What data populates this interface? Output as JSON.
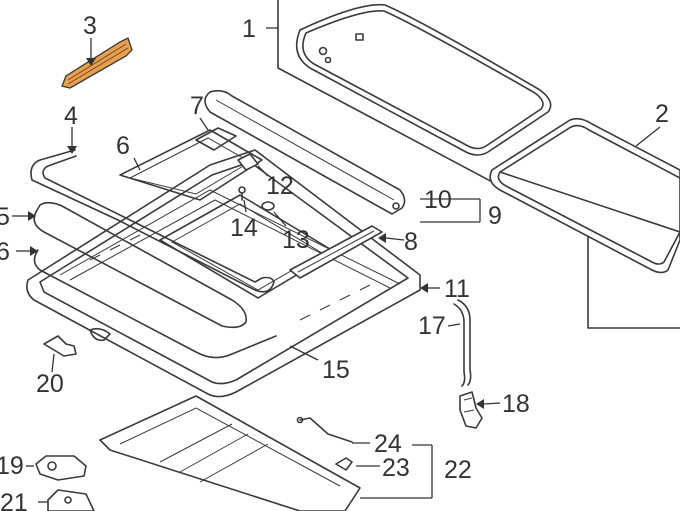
{
  "diagram": {
    "colors": {
      "line": "#3a3a3a",
      "highlight": "#e8a050",
      "background": "#ffffff"
    },
    "labels": [
      {
        "id": "1",
        "text": "1"
      },
      {
        "id": "2",
        "text": "2"
      },
      {
        "id": "3",
        "text": "3"
      },
      {
        "id": "4",
        "text": "4"
      },
      {
        "id": "5",
        "text": "5"
      },
      {
        "id": "6a",
        "text": "6"
      },
      {
        "id": "6b",
        "text": "6"
      },
      {
        "id": "7",
        "text": "7"
      },
      {
        "id": "8",
        "text": "8"
      },
      {
        "id": "9",
        "text": "9"
      },
      {
        "id": "10",
        "text": "10"
      },
      {
        "id": "11",
        "text": "11"
      },
      {
        "id": "12",
        "text": "12"
      },
      {
        "id": "13",
        "text": "13"
      },
      {
        "id": "14",
        "text": "14"
      },
      {
        "id": "15",
        "text": "15"
      },
      {
        "id": "17",
        "text": "17"
      },
      {
        "id": "18",
        "text": "18"
      },
      {
        "id": "19",
        "text": "19"
      },
      {
        "id": "20",
        "text": "20"
      },
      {
        "id": "21",
        "text": "21"
      },
      {
        "id": "22",
        "text": "22"
      },
      {
        "id": "23",
        "text": "23"
      },
      {
        "id": "24",
        "text": "24"
      }
    ]
  }
}
